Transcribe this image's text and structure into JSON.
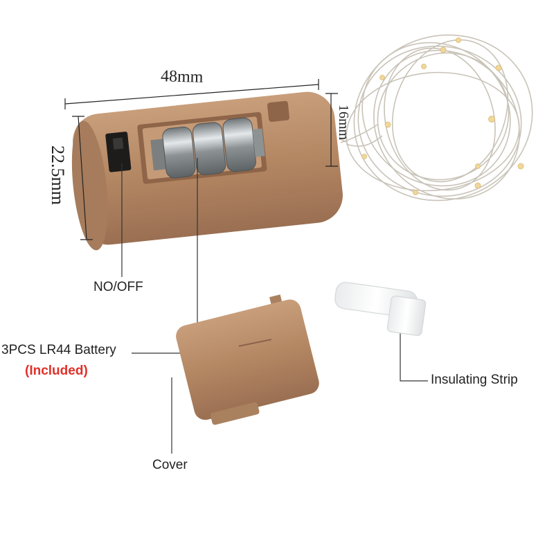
{
  "dimensions": {
    "length": "48mm",
    "diameter": "22.5mm",
    "string_diameter": "16mm"
  },
  "callouts": {
    "switch": "NO/OFF",
    "battery": "3PCS LR44 Battery",
    "battery_note": "(Included)",
    "cover": "Cover",
    "strip": "Insulating Strip"
  },
  "colors": {
    "cork": "#b68a66",
    "cork_shadow": "#8e6448",
    "battery_metal": "#9aa0a2",
    "note_red": "#e0302a",
    "wire": "#c8c2b6",
    "led": "#f1d79a"
  }
}
